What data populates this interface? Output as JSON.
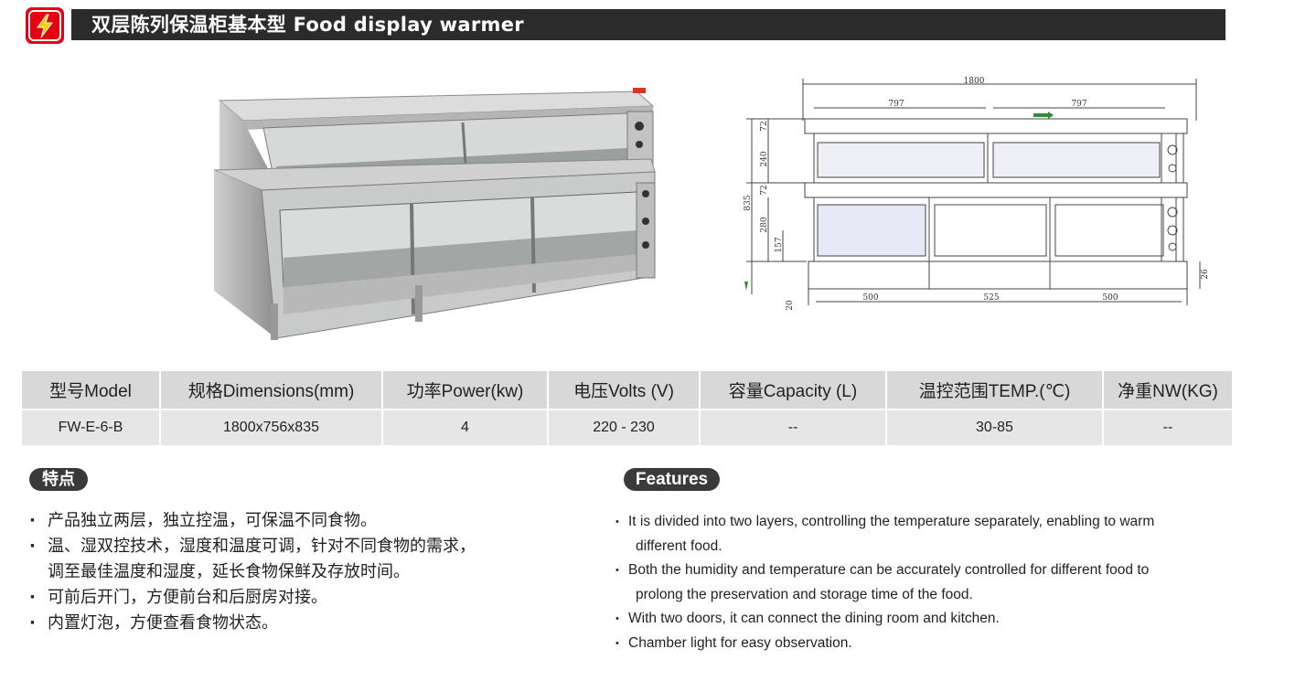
{
  "header": {
    "title": "双层陈列保温柜基本型 Food display warmer",
    "icon": "lightning-icon",
    "icon_color": "#e60012",
    "bar_color": "#2b2b2b"
  },
  "drawing": {
    "dims": {
      "total_width": "1800",
      "top_left": "797",
      "top_right": "797",
      "height_total": "835",
      "h1": "72",
      "h2": "240",
      "h3": "72",
      "h4": "280",
      "h5": "157",
      "foot": "20",
      "base_left": "500",
      "base_mid": "525",
      "base_right": "500",
      "side": "26"
    }
  },
  "spec_table": {
    "headers": [
      "型号Model",
      "规格Dimensions(mm)",
      "功率Power(kw)",
      "电压Volts (V)",
      "容量Capacity (L)",
      "温控范围TEMP.(℃)",
      "净重NW(KG)"
    ],
    "row": [
      "FW-E-6-B",
      "1800x756x835",
      "4",
      "220 - 230",
      "--",
      "30-85",
      "--"
    ]
  },
  "features_cn": {
    "title": "特点",
    "items": [
      [
        "产品独立两层，独立控温，可保温不同食物。"
      ],
      [
        "温、湿双控技术，湿度和温度可调，针对不同食物的需求，",
        "调至最佳温度和湿度，延长食物保鲜及存放时间。"
      ],
      [
        "可前后开门，方便前台和后厨房对接。"
      ],
      [
        "内置灯泡，方便查看食物状态。"
      ]
    ]
  },
  "features_en": {
    "title": "Features",
    "items": [
      [
        "It is divided into two layers, controlling the temperature separately, enabling to warm",
        "different food."
      ],
      [
        "Both the humidity and temperature can be accurately controlled for different food to",
        "prolong the preservation and storage time of the food."
      ],
      [
        " With two doors, it can connect the dining room and kitchen."
      ],
      [
        "Chamber light for easy observation."
      ]
    ]
  }
}
